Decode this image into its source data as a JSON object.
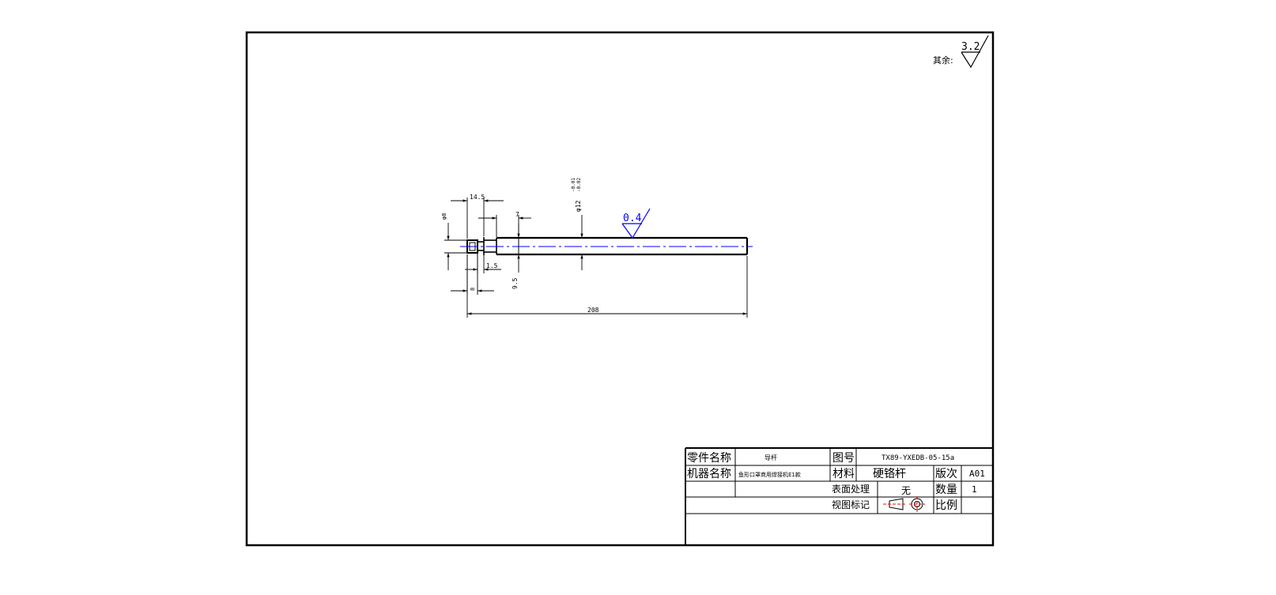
{
  "surface_finish": {
    "label": "其余:",
    "default_value": "3.2",
    "callout_value": "0.4"
  },
  "dimensions": {
    "d_14_5": "14.5",
    "d_7": "7",
    "d_phi12": "φ12",
    "d_phi12_tol_upper": "-0.01",
    "d_phi12_tol_lower": "-0.02",
    "d_left_vert": "φ8",
    "d_1_5": "1.5",
    "d_9_5": "9.5",
    "d_8": "8",
    "d_208": "208"
  },
  "title_block": {
    "part_name_label": "零件名称",
    "part_name_value": "导杆",
    "drawing_no_label": "图号",
    "drawing_no_value": "TX89-YXEDB-05-15a",
    "machine_name_label": "机器名称",
    "machine_name_value": "鱼形口罩商用焊接机E1款",
    "material_label": "材料",
    "material_value": "硬铬杆",
    "version_label": "版次",
    "version_value": "A01",
    "surface_treatment_label": "表面处理",
    "surface_treatment_value": "无",
    "quantity_label": "数量",
    "quantity_value": "1",
    "view_mark_label": "视图标记",
    "scale_label": "比例",
    "scale_value": ""
  },
  "colors": {
    "line": "#000000",
    "centerline": "#0000ff",
    "callout": "#0000ff"
  }
}
